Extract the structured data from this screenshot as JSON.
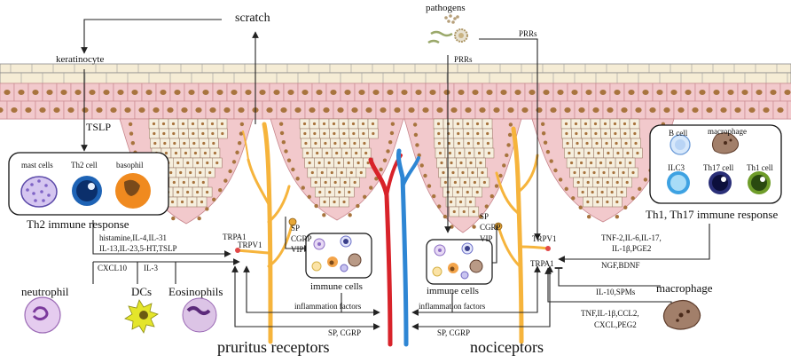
{
  "labels": {
    "scratch": "scratch",
    "pathogens": "pathogens",
    "keratinocyte": "keratinocyte",
    "prrs_top": "PRRs",
    "prrs_mid": "PRRs",
    "tslp": "TSLP",
    "th2_response": "Th2 immune response",
    "th1_th17_response": "Th1, Th17 immune response",
    "cytokines_left_1": "histamine,IL-4,IL-31",
    "cytokines_left_2": "IL-13,IL-23,5-HT,TSLP",
    "cxcl10": "CXCL10",
    "il3": "IL-3",
    "trpa1_left": "TRPA1",
    "trpv1_left": "TRPV1",
    "trpv1_right": "TRPV1",
    "trpa1_right": "TRPA1",
    "sp_left": "SP",
    "cgrp_left": "CGRP",
    "vip_left": "VIP",
    "sp_right": "SP",
    "cgrp_right": "CGRP",
    "vip_right": "VIP",
    "immune_cells_left": "immune cells",
    "immune_cells_right": "immune cells",
    "inflammation_left": "inflammation factors",
    "inflammation_right": "inflammation factors",
    "sp_cgrp_left": "SP, CGRP",
    "sp_cgrp_right": "SP, CGRP",
    "right_cytokines_1": "TNF-2,IL-6,IL-17,",
    "right_cytokines_2": "IL-1β,PGE2",
    "ngf_bdnf": "NGF,BDNF",
    "il10_spms": "IL-10,SPMs",
    "macrophage_label": "macrophage",
    "right_bottom_1": "TNF,IL-1β,CCL2,",
    "right_bottom_2": "CXCL,PEG2",
    "pruritus": "pruritus receptors",
    "nociceptors": "nociceptors"
  },
  "cells_left": [
    {
      "label": "mast cells"
    },
    {
      "label": "Th2 cell"
    },
    {
      "label": "basophil"
    }
  ],
  "cells_right": [
    {
      "label": "B cell"
    },
    {
      "label": "macrophage"
    },
    {
      "label": "ILC3"
    },
    {
      "label": "Th17 cell"
    },
    {
      "label": "Th1 cell"
    }
  ],
  "cells_bottom": [
    {
      "label": "neutrophil"
    },
    {
      "label": "DCs"
    },
    {
      "label": "Eosinophils"
    }
  ],
  "colors": {
    "skin_pink": "#f2c9cc",
    "skin_outline": "#c7868c",
    "nucleus": "#a8743e",
    "basal_cell": "#f6efde",
    "nerve": "#f6b43c",
    "artery": "#d8232a",
    "vein": "#2e86d4",
    "arrow": "#222222"
  }
}
